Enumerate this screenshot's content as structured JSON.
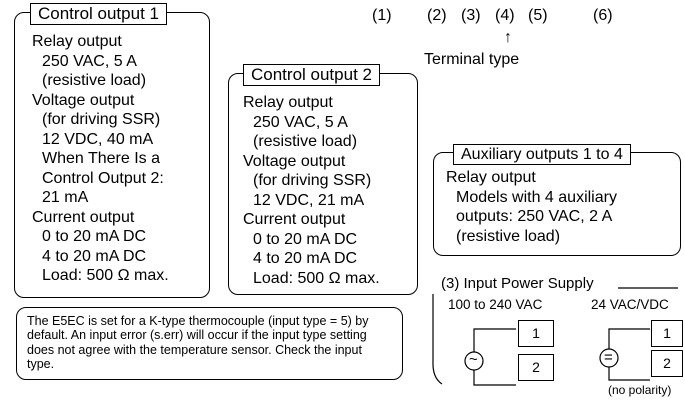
{
  "control_output_1": {
    "title": "Control output 1",
    "lines": [
      {
        "text": "Relay output",
        "indent": false
      },
      {
        "text": "250 VAC, 5 A",
        "indent": true
      },
      {
        "text": "(resistive load)",
        "indent": true
      },
      {
        "text": "Voltage output",
        "indent": false
      },
      {
        "text": "(for driving SSR)",
        "indent": true
      },
      {
        "text": "12 VDC, 40 mA",
        "indent": true
      },
      {
        "text": "When There Is a",
        "indent": true
      },
      {
        "text": "Control Output 2:",
        "indent": true
      },
      {
        "text": "21 mA",
        "indent": true
      },
      {
        "text": "Current output",
        "indent": false
      },
      {
        "text": "0 to 20 mA DC",
        "indent": true
      },
      {
        "text": "4 to 20 mA DC",
        "indent": true
      },
      {
        "text": "Load: 500 Ω max.",
        "indent": true
      }
    ]
  },
  "control_output_2": {
    "title": "Control output 2",
    "lines": [
      {
        "text": "Relay output",
        "indent": false
      },
      {
        "text": "250 VAC, 5 A",
        "indent": true
      },
      {
        "text": "(resistive load)",
        "indent": true
      },
      {
        "text": "Voltage output",
        "indent": false
      },
      {
        "text": "(for driving SSR)",
        "indent": true
      },
      {
        "text": "12 VDC, 21 mA",
        "indent": true
      },
      {
        "text": "Current output",
        "indent": false
      },
      {
        "text": "0 to 20 mA DC",
        "indent": true
      },
      {
        "text": "4 to 20 mA DC",
        "indent": true
      },
      {
        "text": "Load: 500 Ω max.",
        "indent": true
      }
    ]
  },
  "model_code": {
    "numbers": [
      "(1)",
      "(2)",
      "(3)",
      "(4)",
      "(5)",
      "(6)"
    ],
    "arrow": "↑",
    "terminal_label": "Terminal type"
  },
  "auxiliary": {
    "title": "Auxiliary outputs 1 to 4",
    "lines": [
      {
        "text": "Relay output",
        "indent": false
      },
      {
        "text": "Models with 4 auxiliary",
        "indent": true
      },
      {
        "text": "outputs: 250 VAC, 2 A",
        "indent": true
      },
      {
        "text": "(resistive load)",
        "indent": true
      }
    ]
  },
  "note": {
    "text": "The E5EC is set for a K-type thermocouple (input type = 5) by default. An input error (s.err) will occur if the input type setting does not agree with the temperature sensor. Check the input type."
  },
  "power_supply": {
    "title": "(3) Input Power Supply",
    "ac_label": "100 to 240 VAC",
    "dc_label": "24 VAC/VDC",
    "terminals": [
      "1",
      "2"
    ],
    "ac_symbol": "~",
    "dc_symbol": "=",
    "polarity_note": "(no polarity)"
  }
}
